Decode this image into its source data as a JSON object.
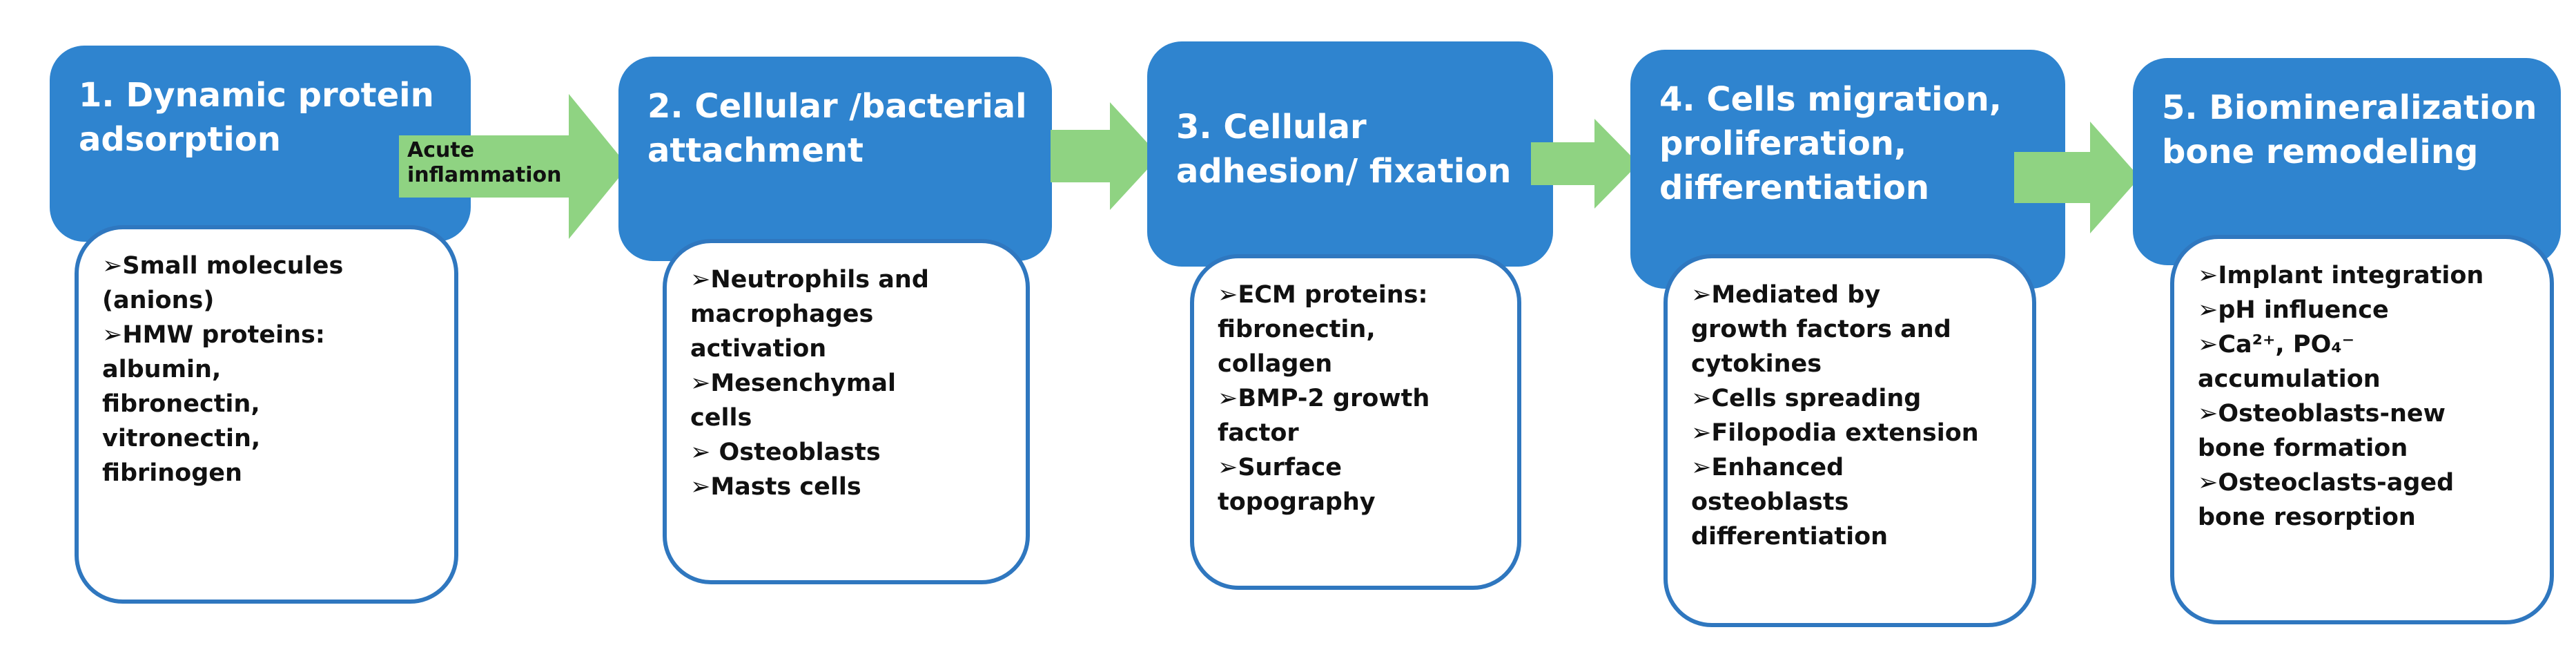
{
  "colors": {
    "header": "#2f84cf",
    "card_border": "#2f77bf",
    "arrow": "#8fd382"
  },
  "steps": [
    {
      "title": [
        "1. Dynamic protein",
        "adsorption"
      ],
      "items": [
        "➢Small molecules",
        "(anions)",
        "➢HMW proteins:",
        "albumin,",
        "fibronectin,",
        "vitronectin,",
        " fibrinogen"
      ]
    },
    {
      "title": [
        "2. Cellular /bacterial",
        "attachment"
      ],
      "items": [
        "➢Neutrophils and",
        "macrophages",
        "activation",
        "➢Mesenchymal",
        "cells",
        "➢ Osteoblasts",
        "➢Masts cells"
      ]
    },
    {
      "title": [
        "3. Cellular",
        "adhesion/ fixation"
      ],
      "items": [
        "➢ECM proteins:",
        "fibronectin,",
        "collagen",
        "➢BMP-2 growth",
        "factor",
        "➢Surface",
        "topography"
      ]
    },
    {
      "title": [
        "4. Cells migration,",
        "proliferation,",
        "differentiation"
      ],
      "items": [
        "➢Mediated by",
        "growth factors and",
        "cytokines",
        "➢Cells spreading",
        "➢Filopodia extension",
        "➢Enhanced",
        "osteoblasts",
        "differentiation"
      ]
    },
    {
      "title": [
        "5. Biomineralization",
        "bone remodeling"
      ],
      "items": [
        "➢Implant integration",
        "➢pH influence",
        "➢Ca²⁺, PO₄⁻",
        "accumulation",
        "➢Osteoblasts-new",
        "bone formation",
        "➢Osteoclasts-aged",
        "bone resorption"
      ]
    }
  ],
  "arrow_label": [
    "Acute",
    "inflammation"
  ]
}
